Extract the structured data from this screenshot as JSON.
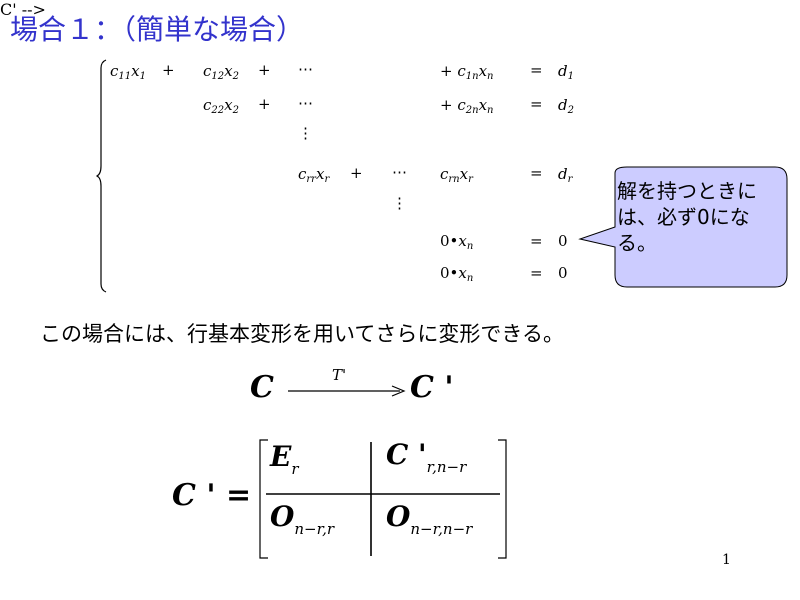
{
  "title": "場合１：（簡単な場合）",
  "system": {
    "row1": {
      "t1": "c",
      "t1sub": "11",
      "t1v": "x",
      "t1vsub": "1",
      "plus1": "+",
      "t2": "c",
      "t2sub": "12",
      "t2v": "x",
      "t2vsub": "2",
      "plus2": "+",
      "dots": "⋯",
      "last": "+ c",
      "lastsub": "1n",
      "lastv": "x",
      "lastvsub": "n",
      "eq": "=",
      "rhs": "d",
      "rhssub": "1"
    },
    "row2": {
      "t2": "c",
      "t2sub": "22",
      "t2v": "x",
      "t2vsub": "2",
      "plus2": "+",
      "dots": "⋯",
      "last": "+ c",
      "lastsub": "2n",
      "lastv": "x",
      "lastvsub": "n",
      "eq": "=",
      "rhs": "d",
      "rhssub": "2"
    },
    "vdots1": "⋮",
    "row3": {
      "t": "c",
      "tsub": "rr",
      "tv": "x",
      "tvsub": "r",
      "plus": "+",
      "dots": "⋯",
      "last": "c",
      "lastsub": "rn",
      "lastv": "x",
      "lastvsub": "r",
      "eq": "=",
      "rhs": "d",
      "rhssub": "r"
    },
    "vdots2": "⋮",
    "row4": {
      "coef": "0•",
      "v": "x",
      "vsub": "n",
      "eq": "=",
      "rhs": "0"
    },
    "row5": {
      "coef": "0•",
      "v": "x",
      "vsub": "n",
      "eq": "=",
      "rhs": "0"
    }
  },
  "callout": {
    "text": "解を持つときには、必ず0になる。",
    "fill": "#ccccff",
    "stroke": "#000000"
  },
  "sentence": "この場合には、行基本変形を用いてさらに変形できる。",
  "transform": {
    "from": "C",
    "label": "T'",
    "to": "C '"
  },
  "matrix": {
    "lhs": "C ' =",
    "e": "E",
    "esub": "r",
    "c": "C '",
    "csub": "r,n−r",
    "o1": "O",
    "o1sub": "n−r,r",
    "o2": "O",
    "o2sub": "n−r,n−r"
  },
  "page_number": "1",
  "colors": {
    "title": "#3333cc"
  }
}
